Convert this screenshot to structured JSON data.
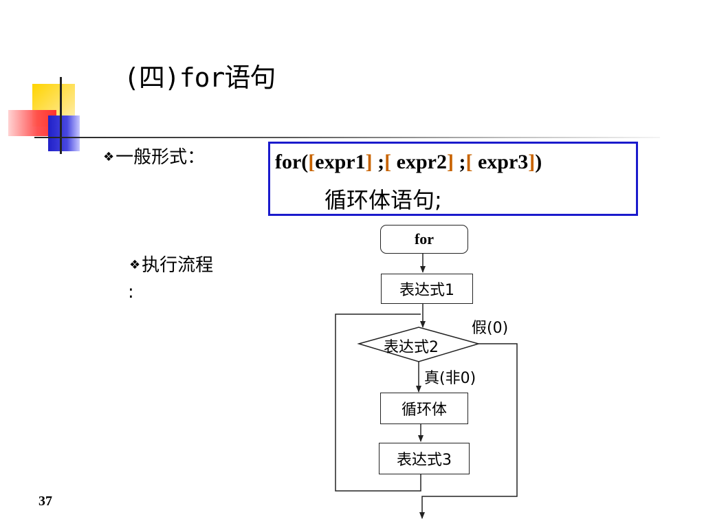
{
  "slide": {
    "title": "(四)for语句",
    "page_number": "37"
  },
  "bullets": {
    "general_form": "一般形式：",
    "execution_flow": "执行流程",
    "execution_flow_colon": ":"
  },
  "syntax": {
    "line1_parts": [
      "for(",
      "[",
      "expr1",
      "]",
      " ;",
      "[",
      " expr2",
      "]",
      " ;",
      "[",
      " expr3",
      "]",
      ")"
    ],
    "line2": "循环体语句;"
  },
  "flowchart": {
    "start": "for",
    "init": "表达式1",
    "condition": "表达式2",
    "loop_body": "循环体",
    "update": "表达式3",
    "false_label": "假(0)",
    "true_label": "真(非0)"
  },
  "colors": {
    "box_border": "#1a1acc",
    "bracket": "#c86400",
    "deco_yellow": "#ffd400",
    "deco_red": "#ff2a2a",
    "deco_blue": "#2020c8"
  }
}
